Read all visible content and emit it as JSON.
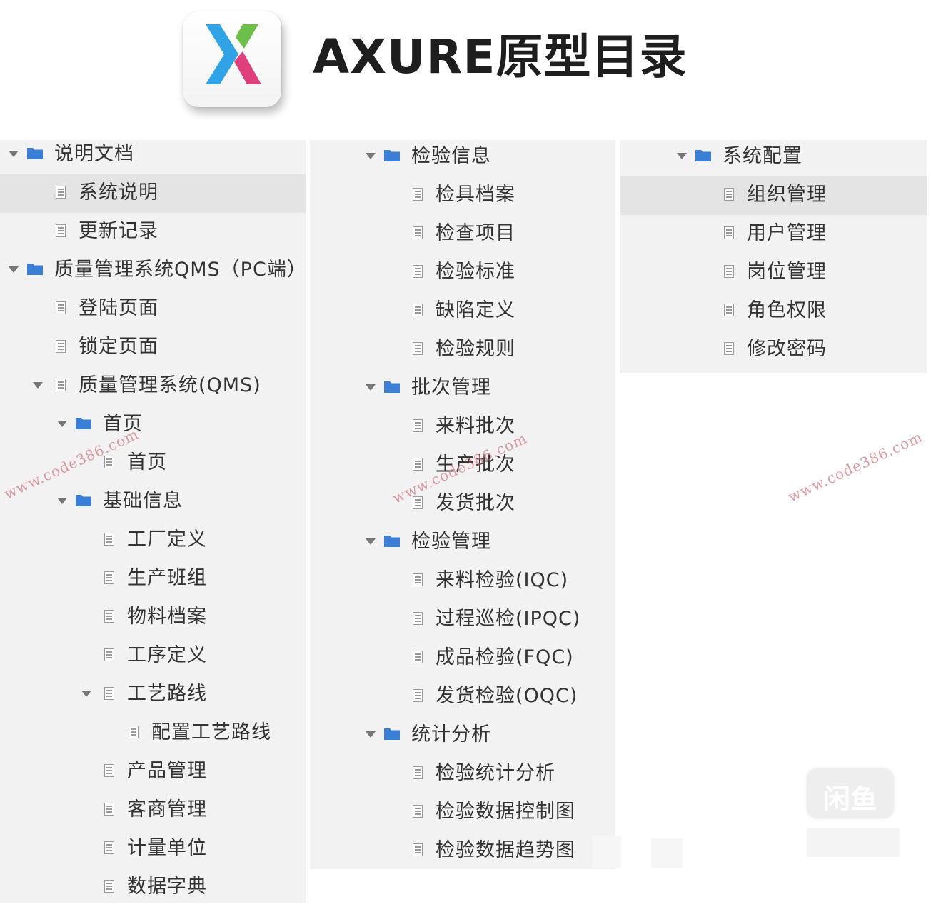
{
  "header": {
    "title": "AXURE原型目录"
  },
  "colors": {
    "folder": "#3a7fd5",
    "panel": "#f2f2f2",
    "selected": "#e4e4e4",
    "watermark": "#d67882"
  },
  "columns": [
    {
      "items": [
        {
          "type": "folder",
          "label": "说明文档",
          "expanded": true
        },
        {
          "type": "page",
          "label": "系统说明",
          "selected": true
        },
        {
          "type": "page",
          "label": "更新记录"
        },
        {
          "type": "folder",
          "label": "质量管理系统QMS（PC端）",
          "expanded": true
        },
        {
          "type": "page",
          "label": "登陆页面"
        },
        {
          "type": "page",
          "label": "锁定页面"
        },
        {
          "type": "page",
          "label": "质量管理系统(QMS)",
          "expanded": true
        },
        {
          "type": "folder",
          "label": "首页",
          "expanded": true
        },
        {
          "type": "page",
          "label": "首页"
        },
        {
          "type": "folder",
          "label": "基础信息",
          "expanded": true
        },
        {
          "type": "page",
          "label": "工厂定义"
        },
        {
          "type": "page",
          "label": "生产班组"
        },
        {
          "type": "page",
          "label": "物料档案"
        },
        {
          "type": "page",
          "label": "工序定义"
        },
        {
          "type": "page",
          "label": "工艺路线",
          "expanded": true
        },
        {
          "type": "page",
          "label": "配置工艺路线"
        },
        {
          "type": "page",
          "label": "产品管理"
        },
        {
          "type": "page",
          "label": "客商管理"
        },
        {
          "type": "page",
          "label": "计量单位"
        },
        {
          "type": "page",
          "label": "数据字典"
        }
      ]
    },
    {
      "items": [
        {
          "type": "folder",
          "label": "检验信息",
          "expanded": true
        },
        {
          "type": "page",
          "label": "检具档案"
        },
        {
          "type": "page",
          "label": "检查项目"
        },
        {
          "type": "page",
          "label": "检验标准"
        },
        {
          "type": "page",
          "label": "缺陷定义"
        },
        {
          "type": "page",
          "label": "检验规则"
        },
        {
          "type": "folder",
          "label": "批次管理",
          "expanded": true
        },
        {
          "type": "page",
          "label": "来料批次"
        },
        {
          "type": "page",
          "label": "生产批次"
        },
        {
          "type": "page",
          "label": "发货批次"
        },
        {
          "type": "folder",
          "label": "检验管理",
          "expanded": true
        },
        {
          "type": "page",
          "label": "来料检验(IQC)"
        },
        {
          "type": "page",
          "label": "过程巡检(IPQC)"
        },
        {
          "type": "page",
          "label": "成品检验(FQC)"
        },
        {
          "type": "page",
          "label": "发货检验(OQC)"
        },
        {
          "type": "folder",
          "label": "统计分析",
          "expanded": true
        },
        {
          "type": "page",
          "label": "检验统计分析"
        },
        {
          "type": "page",
          "label": "检验数据控制图"
        },
        {
          "type": "page",
          "label": "检验数据趋势图"
        }
      ]
    },
    {
      "items": [
        {
          "type": "folder",
          "label": "系统配置",
          "expanded": true
        },
        {
          "type": "page",
          "label": "组织管理",
          "selected": true
        },
        {
          "type": "page",
          "label": "用户管理"
        },
        {
          "type": "page",
          "label": "岗位管理"
        },
        {
          "type": "page",
          "label": "角色权限"
        },
        {
          "type": "page",
          "label": "修改密码"
        }
      ]
    }
  ],
  "watermarks": [
    "www.code386.com",
    "www.code386.com",
    "www.code386.com"
  ],
  "corner_badge": "闲鱼"
}
